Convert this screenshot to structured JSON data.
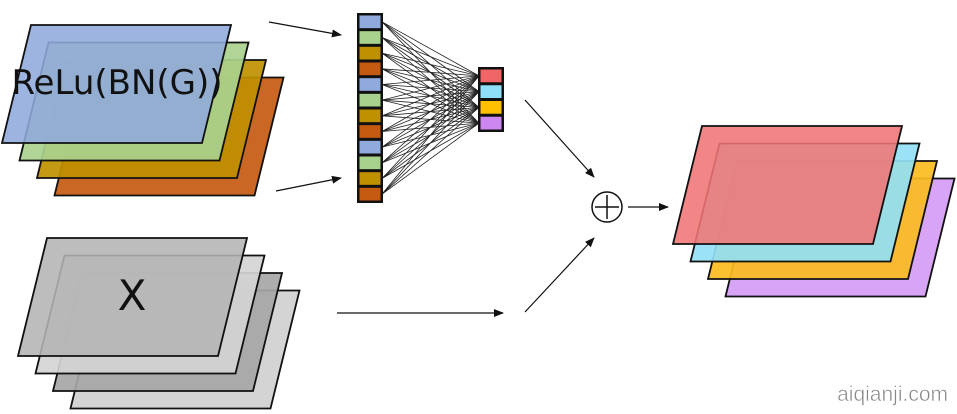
{
  "labels": {
    "gated_input": "ReLu(BN(G))",
    "residual_input": "X",
    "sum_operator": "⊕",
    "watermark": "aiqianji.com"
  },
  "colors": {
    "gated_stack": [
      "#8faadc",
      "#a9d18e",
      "#bf9000",
      "#c55a11"
    ],
    "input_stack": [
      "#b4b4b4",
      "#d4d4d4",
      "#a6a6a6",
      "#d0d0d0"
    ],
    "output_stack": [
      "#f07575",
      "#92e0f5",
      "#fbbc1e",
      "#d49cf5"
    ],
    "pooled_vector": [
      "#8faadc",
      "#a9d18e",
      "#bf9000",
      "#c55a11",
      "#8faadc",
      "#a9d18e",
      "#bf9000",
      "#c55a11",
      "#8faadc",
      "#a9d18e",
      "#bf9000",
      "#c55a11"
    ],
    "fc_output_vector": [
      "#f06666",
      "#8ee0f8",
      "#ffc000",
      "#cc88f0"
    ]
  }
}
